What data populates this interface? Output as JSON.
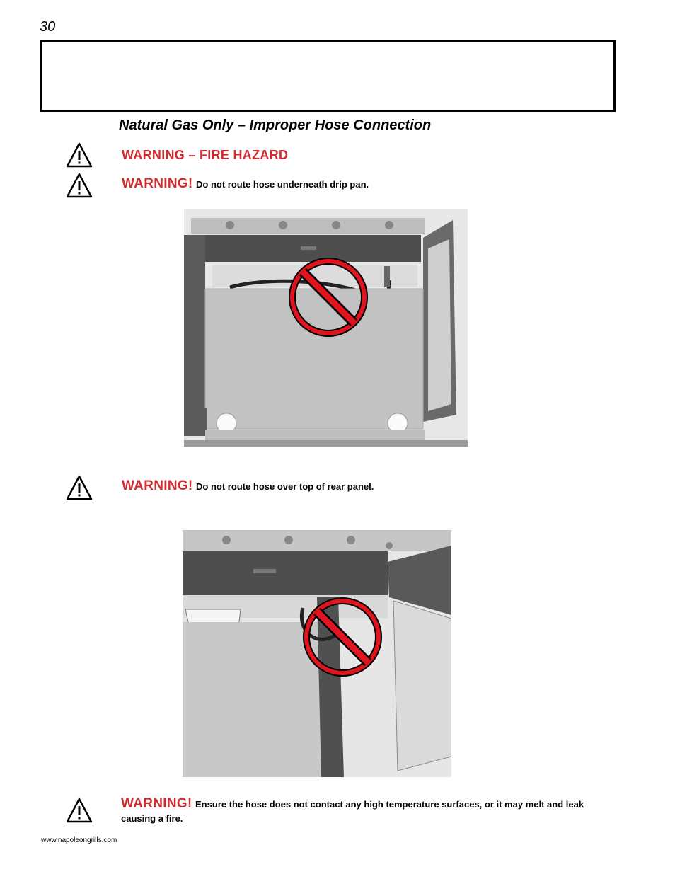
{
  "page_number": "30",
  "section_title": "Natural Gas Only – Improper Hose Connection",
  "warnings": [
    {
      "heading": "WARNING – FIRE HAZARD"
    },
    {
      "heading": "WARNING!",
      "text": "Do not route hose underneath drip pan."
    },
    {
      "heading": "WARNING!",
      "text": "Do not route hose over top of rear panel."
    },
    {
      "heading": "WARNING!",
      "text": "Ensure the hose does not contact any high temperature surfaces, or it may melt and leak causing a fire."
    }
  ],
  "icons": {
    "warning": "warning-triangle-icon",
    "prohibited": "prohibited-sign-icon"
  },
  "colors": {
    "warning_red": "#d12a2f",
    "prohibited_red": "#e0141e"
  },
  "footer": "www.napoleongrills.com"
}
